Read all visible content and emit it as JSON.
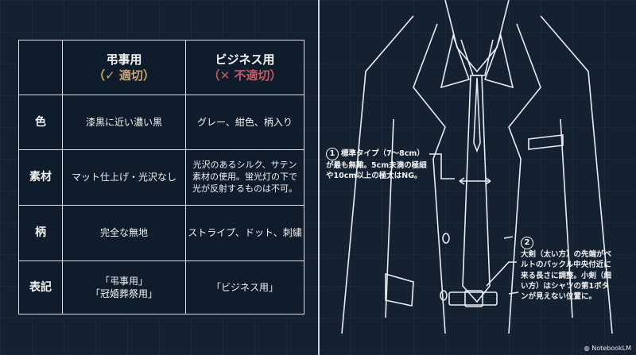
{
  "table": {
    "headers": [
      {
        "title": "弔事用",
        "verdict": "（✓ 適切）"
      },
      {
        "title": "ビジネス用",
        "verdict": "（✕ 不適切）"
      }
    ],
    "rows": [
      {
        "label": "色",
        "funeral": "漆黒に近い濃い黒",
        "business": "グレー、紺色、柄入り"
      },
      {
        "label": "素材",
        "funeral": "マット仕上げ・光沢なし",
        "business": "光沢のあるシルク、サテン素材の使用。蛍光灯の下で光が反射するものは不可。"
      },
      {
        "label": "柄",
        "funeral": "完全な無地",
        "business": "ストライプ、ドット、刺繍"
      },
      {
        "label": "表記",
        "funeral": "「弔事用」\n「冠婚葬祭用」",
        "business": "「ビジネス用」"
      }
    ]
  },
  "notes": [
    {
      "number": "1",
      "text": "標準タイプ（7〜8cm）が最も無難。5cm未満の極細や10cm以上の極太はNG。"
    },
    {
      "number": "2",
      "text": "大剣（太い方）の先端がベルトのバックル中央付近に来る長さに調整。小剣（細い方）はシャツの第1ボタンが見えない位置に。"
    }
  ],
  "colors": {
    "ok": "#c9a96a",
    "ng": "#c45a64",
    "background": "#142131"
  },
  "branding": {
    "logo": "NotebookLM"
  }
}
